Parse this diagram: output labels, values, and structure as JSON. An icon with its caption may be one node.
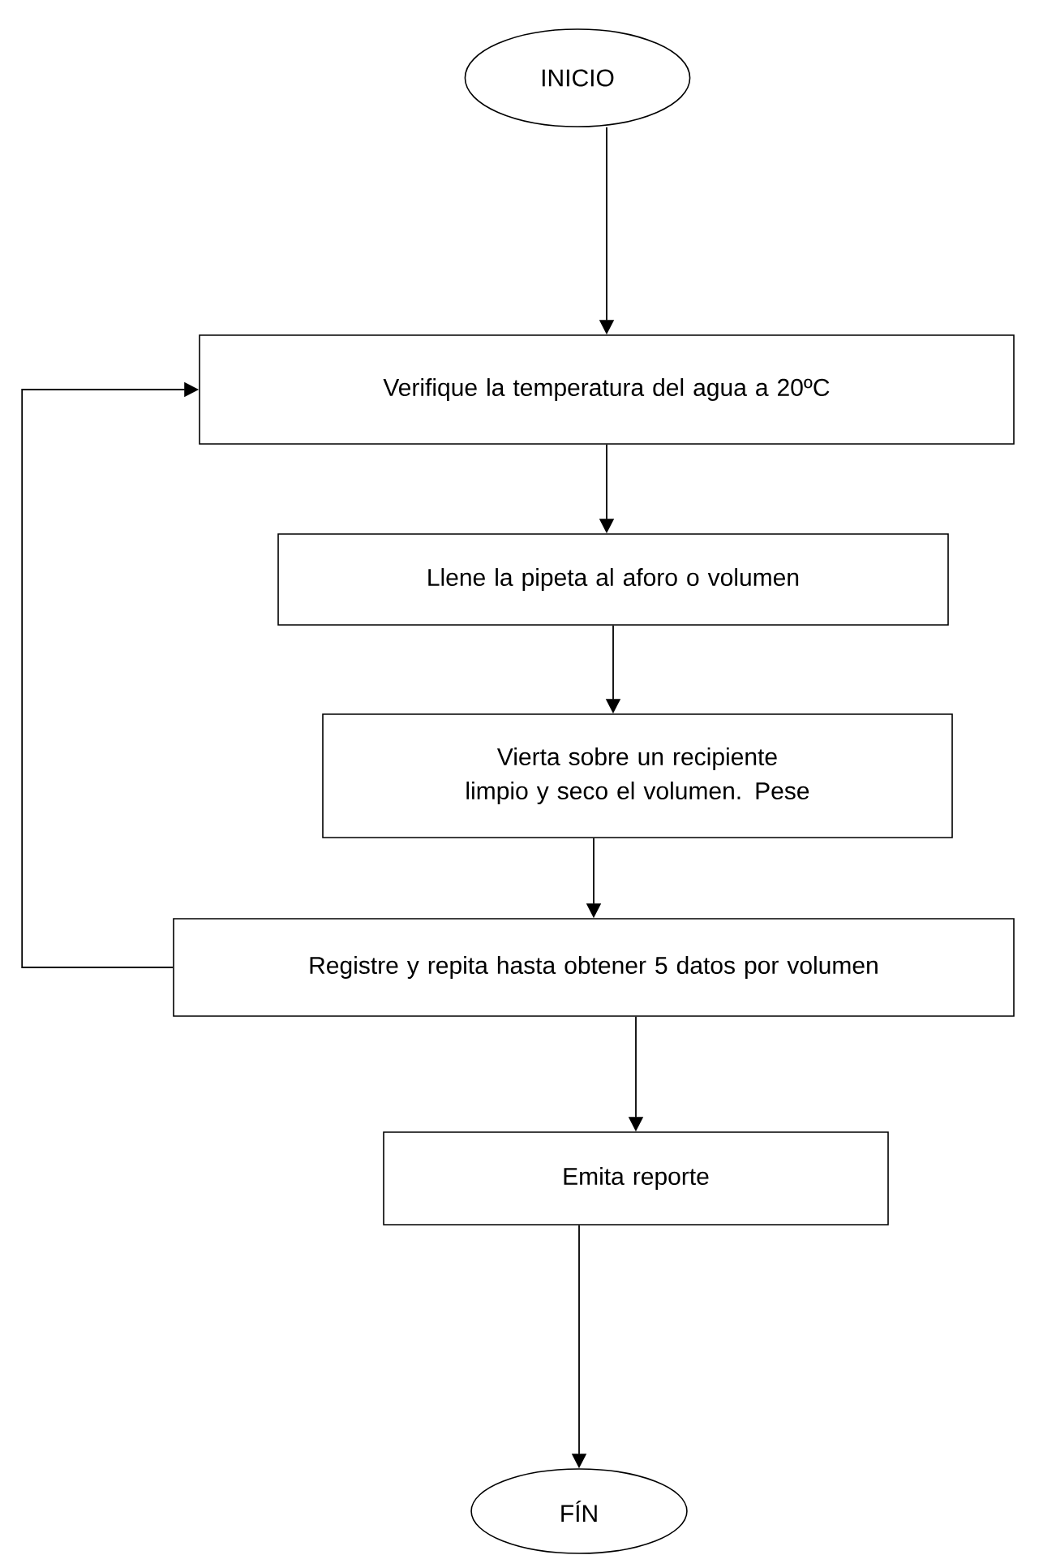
{
  "diagram": {
    "nodes": [
      {
        "text": [
          "INICIO"
        ]
      },
      {
        "text": [
          "Verifique la temperatura del agua a 20ºC"
        ]
      },
      {
        "text": [
          "Llene la pipeta al aforo o volumen"
        ]
      },
      {
        "text": [
          "Vierta sobre un recipiente limpio y seco el volumen. Pese"
        ]
      },
      {
        "text": [
          "Registre y repita hasta obtener 5 datos por volumen"
        ]
      },
      {
        "text": [
          "Emita reporte"
        ]
      },
      {
        "text": [
          "FÍN"
        ]
      }
    ],
    "edges": [
      {
        "from": 0,
        "to": 1,
        "arrow": "to"
      },
      {
        "from": 1,
        "to": 2,
        "arrow": "to"
      },
      {
        "from": 2,
        "to": 3,
        "arrow": "to"
      },
      {
        "from": 3,
        "to": 4,
        "arrow": "to"
      },
      {
        "from": 4,
        "to": 1,
        "arrow": "to"
      },
      {
        "from": 4,
        "to": 5,
        "arrow": "to"
      },
      {
        "from": 5,
        "to": 6,
        "arrow": "to"
      }
    ]
  }
}
